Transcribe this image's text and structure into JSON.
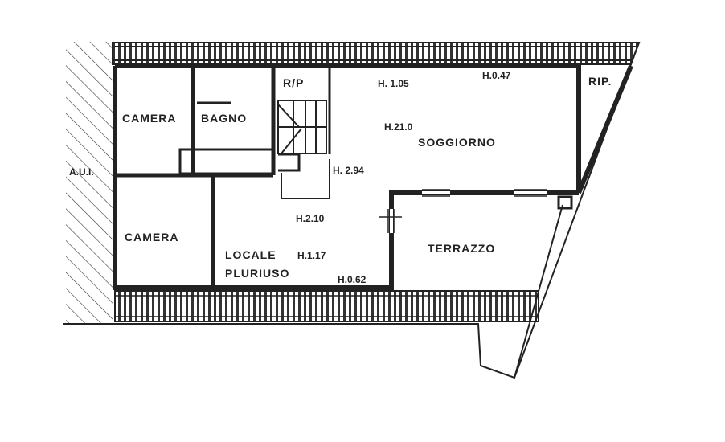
{
  "plan": {
    "rooms": {
      "camera_1": "CAMERA",
      "bagno": "BAGNO",
      "rip_1": "R/P",
      "rip_2": "RIP.",
      "soggiorno": "SOGGIORNO",
      "camera_2": "CAMERA",
      "locale_1": "LOCALE",
      "locale_2": "PLURIUSO",
      "terrazzo": "TERRAZZO",
      "aui": "A.U.I."
    },
    "heights": {
      "h105": "H. 1.05",
      "h047": "H.0.47",
      "h210_soggiorno": "H.21.0",
      "h294": "H. 2.94",
      "h210_locale": "H.2.10",
      "h117": "H.1.17",
      "h062": "H.0.62"
    },
    "colors": {
      "ink": "#222222",
      "paper": "#ffffff"
    }
  }
}
